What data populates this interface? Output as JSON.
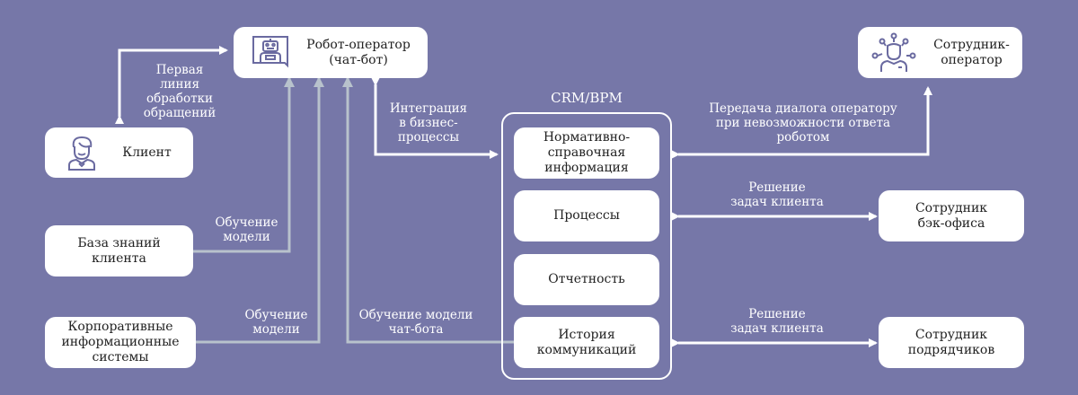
{
  "colors": {
    "background": "#7677a8",
    "box": "#ffffff",
    "arrow_white": "#ffffff",
    "arrow_gray": "#b8c2cc",
    "icon": "#6a6aa0"
  },
  "nodes": {
    "robot": {
      "label": "Робот-оператор\n(чат-бот)",
      "icon": "robot-chat-icon"
    },
    "operator": {
      "label": "Сотрудник-\nоператор",
      "icon": "operator-network-icon"
    },
    "client": {
      "label": "Клиент",
      "icon": "client-person-icon"
    },
    "knowledge_base": {
      "label": "База знаний\nклиента"
    },
    "corporate_systems": {
      "label": "Корпоративные\nинформационные\nсистемы"
    },
    "backoffice": {
      "label": "Сотрудник\nбэк-офиса"
    },
    "contractors": {
      "label": "Сотрудник\nподрядчиков"
    }
  },
  "crm": {
    "title": "CRM/BPM",
    "items": [
      {
        "label": "Нормативно-\nсправочная\nинформация"
      },
      {
        "label": "Процессы"
      },
      {
        "label": "Отчетность"
      },
      {
        "label": "История\nкоммуникаций"
      }
    ]
  },
  "edges": {
    "first_line": "Первая\nлиния\nобработки\nобращений",
    "integration": "Интеграция\nв бизнес-\nпроцессы",
    "handover": "Передача диалога оператору\nпри невозможности ответа\nроботом",
    "training_kb": "Обучение\nмодели",
    "training_corp": "Обучение\nмодели",
    "training_history": "Обучение модели\nчат-бота",
    "solve_backoffice": "Решение\nзадач клиента",
    "solve_contractors": "Решение\nзадач клиента"
  }
}
